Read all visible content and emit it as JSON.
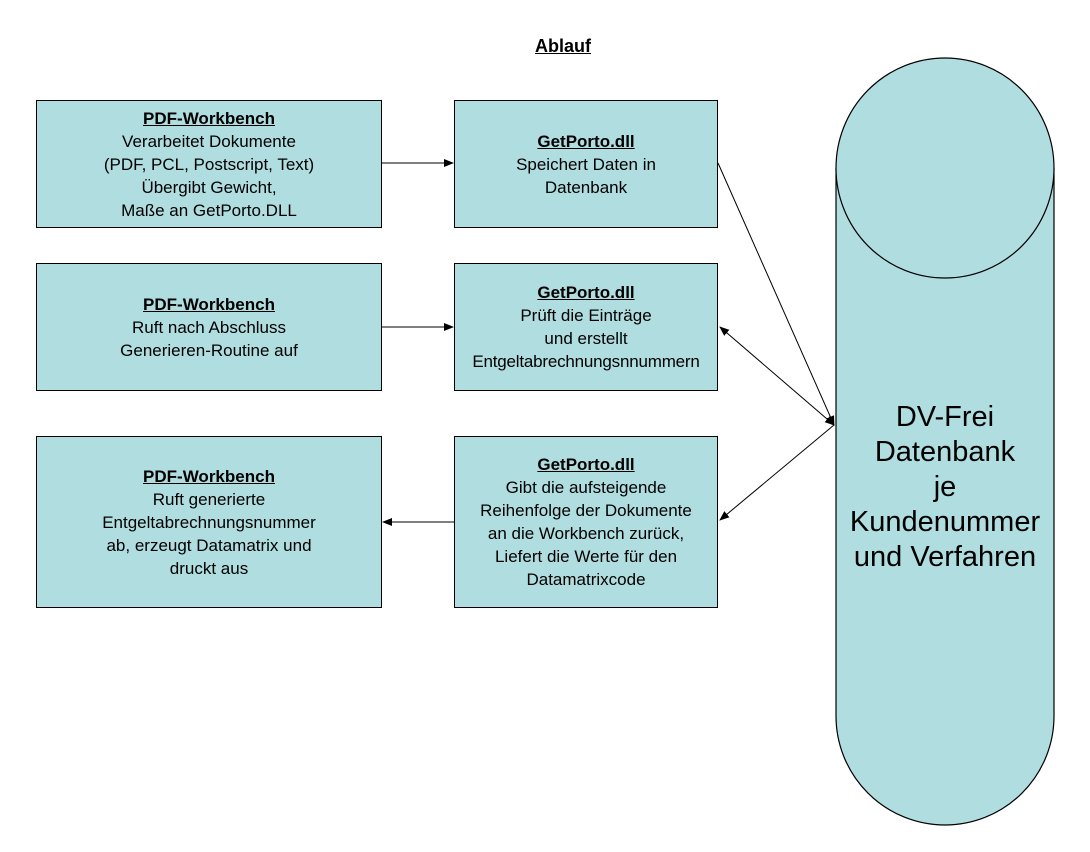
{
  "title": "Ablauf",
  "boxes": {
    "pdf1": {
      "heading": "PDF-Workbench",
      "lines": [
        "Verarbeitet Dokumente",
        "(PDF, PCL, Postscript, Text)",
        "Übergibt Gewicht,",
        "Maße an GetPorto.DLL"
      ]
    },
    "dll1": {
      "heading": "GetPorto.dll",
      "lines": [
        "Speichert Daten in",
        "Datenbank"
      ]
    },
    "pdf2": {
      "heading": "PDF-Workbench",
      "lines": [
        "Ruft nach Abschluss",
        "Generieren-Routine auf"
      ]
    },
    "dll2": {
      "heading": "GetPorto.dll",
      "lines": [
        "Prüft die Einträge",
        "und erstellt",
        "Entgeltabrechnungsnnummern"
      ]
    },
    "pdf3": {
      "heading": "PDF-Workbench",
      "lines": [
        "Ruft generierte",
        "Entgeltabrechnungsnummer",
        "ab, erzeugt Datamatrix und",
        "druckt aus"
      ]
    },
    "dll3": {
      "heading": "GetPorto.dll",
      "lines": [
        "Gibt die aufsteigende",
        "Reihenfolge der Dokumente",
        "an die Workbench zurück,",
        "Liefert die Werte für den",
        "Datamatrixcode"
      ]
    }
  },
  "database": {
    "lines": [
      "DV-Frei",
      "Datenbank",
      "je",
      "Kundenummer",
      "und Verfahren"
    ]
  },
  "colors": {
    "box_fill": "#b0dde0",
    "stroke": "#000000"
  }
}
